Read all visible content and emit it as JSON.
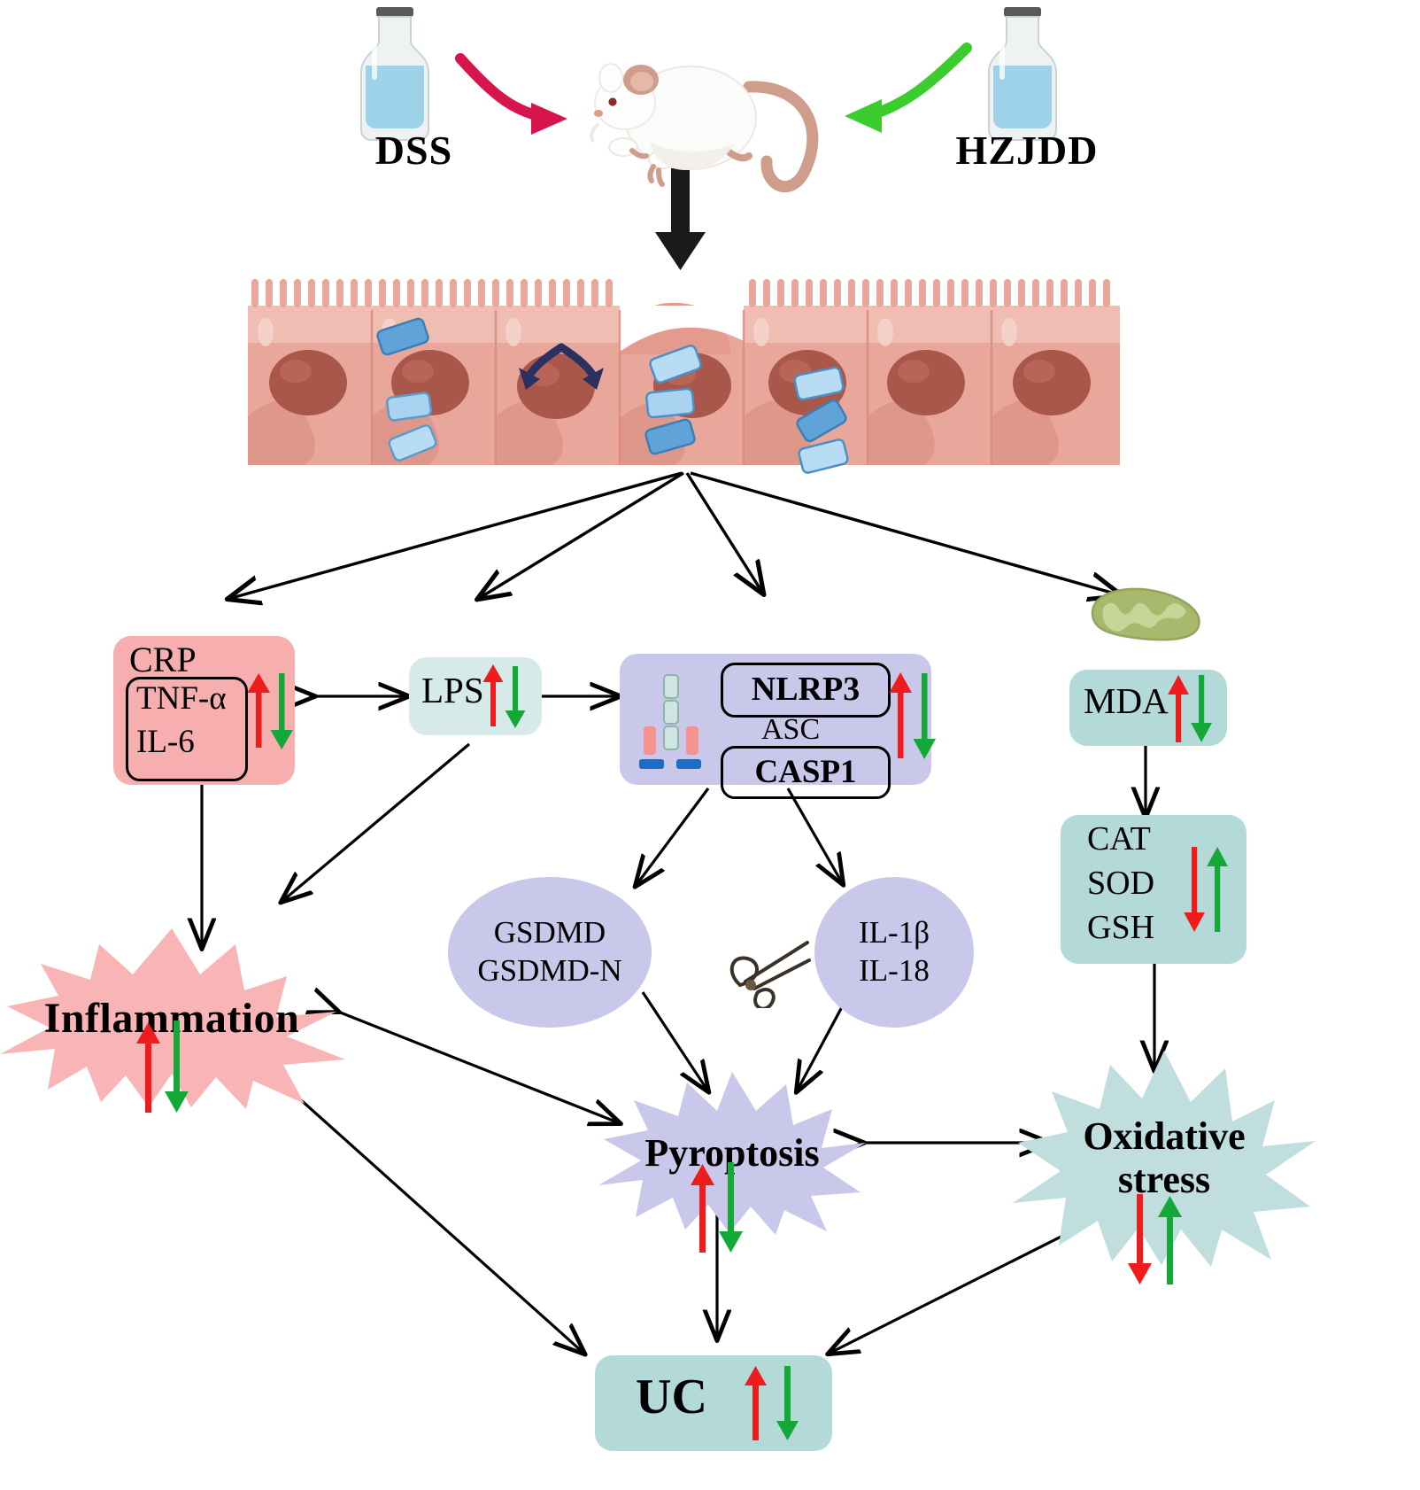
{
  "meta": {
    "title": "HZJDD ameliorates DSS-induced ulcerative colitis via NLRP3 inflammasome pyroptosis and oxidative stress",
    "colors": {
      "red_arrow": "#ee1c1c",
      "green_arrow": "#14a838",
      "pink_box": "#f7aeae",
      "pink_burst": "#f9b5b5",
      "teal_box": "#d6eaea",
      "teal_box_strong": "#b3d9d9",
      "teal_burst": "#bfdedd",
      "purple_box": "#c9c8ea",
      "purple_burst": "#c9c8ea",
      "mito_green": "#a8b86c",
      "cell_pink": "#e8a79a",
      "nucleus_brown": "#a8574a",
      "particle_blue": "#8fc3e8",
      "black": "#000000"
    }
  },
  "top": {
    "left_treatment": {
      "label": "DSS",
      "icon": "bottle-icon",
      "arrow_color": "#d6154d",
      "arrow_name": "dss-arrow"
    },
    "right_treatment": {
      "label": "HZJDD",
      "icon": "bottle-icon",
      "arrow_color": "#3bcc2e",
      "arrow_name": "hzjdd-arrow"
    },
    "animal": {
      "icon": "mouse-icon",
      "label": ""
    },
    "down_arrow": {
      "icon": "thick-down-arrow-icon"
    }
  },
  "epithelium": {
    "icon": "intestinal-epithelium-icon",
    "cell_count": 8,
    "particle_icon": "blue-particle-icon",
    "damage_icon": "double-curved-arrow-icon"
  },
  "nodes": {
    "crp_box": {
      "outer_label": "CRP",
      "inner_labels": [
        "TNF-α",
        "IL-6"
      ],
      "arrows": [
        "up-red",
        "down-green"
      ]
    },
    "lps_box": {
      "label": "LPS",
      "arrows": [
        "up-red",
        "down-green"
      ]
    },
    "inflammasome_box": {
      "top_label": "NLRP3",
      "middle_label": "ASC",
      "bottom_label": "CASP1",
      "icon": "inflammasome-icon",
      "arrows": [
        "up-red",
        "down-green"
      ]
    },
    "mito_icon": {
      "icon": "mitochondrion-icon"
    },
    "mda_box": {
      "label": "MDA",
      "arrows": [
        "up-red",
        "down-green"
      ]
    },
    "antioxidant_box": {
      "labels": [
        "CAT",
        "SOD",
        "GSH"
      ],
      "arrows": [
        "down-red",
        "up-green"
      ]
    },
    "gsdmd_ellipse": {
      "labels": [
        "GSDMD",
        "GSDMD-N"
      ]
    },
    "il_ellipse": {
      "labels": [
        "IL-1β",
        "IL-18"
      ]
    },
    "scissors": {
      "icon": "scissors-icon"
    },
    "inflammation_burst": {
      "label": "Inflammation",
      "arrows": [
        "up-red",
        "down-green"
      ]
    },
    "pyroptosis_burst": {
      "label": "Pyroptosis",
      "arrows": [
        "up-red",
        "down-green"
      ]
    },
    "oxidative_burst": {
      "label_line1": "Oxidative",
      "label_line2": "stress",
      "arrows": [
        "down-red",
        "up-green"
      ]
    },
    "uc_box": {
      "label": "UC",
      "arrows": [
        "up-red",
        "down-green"
      ]
    }
  }
}
